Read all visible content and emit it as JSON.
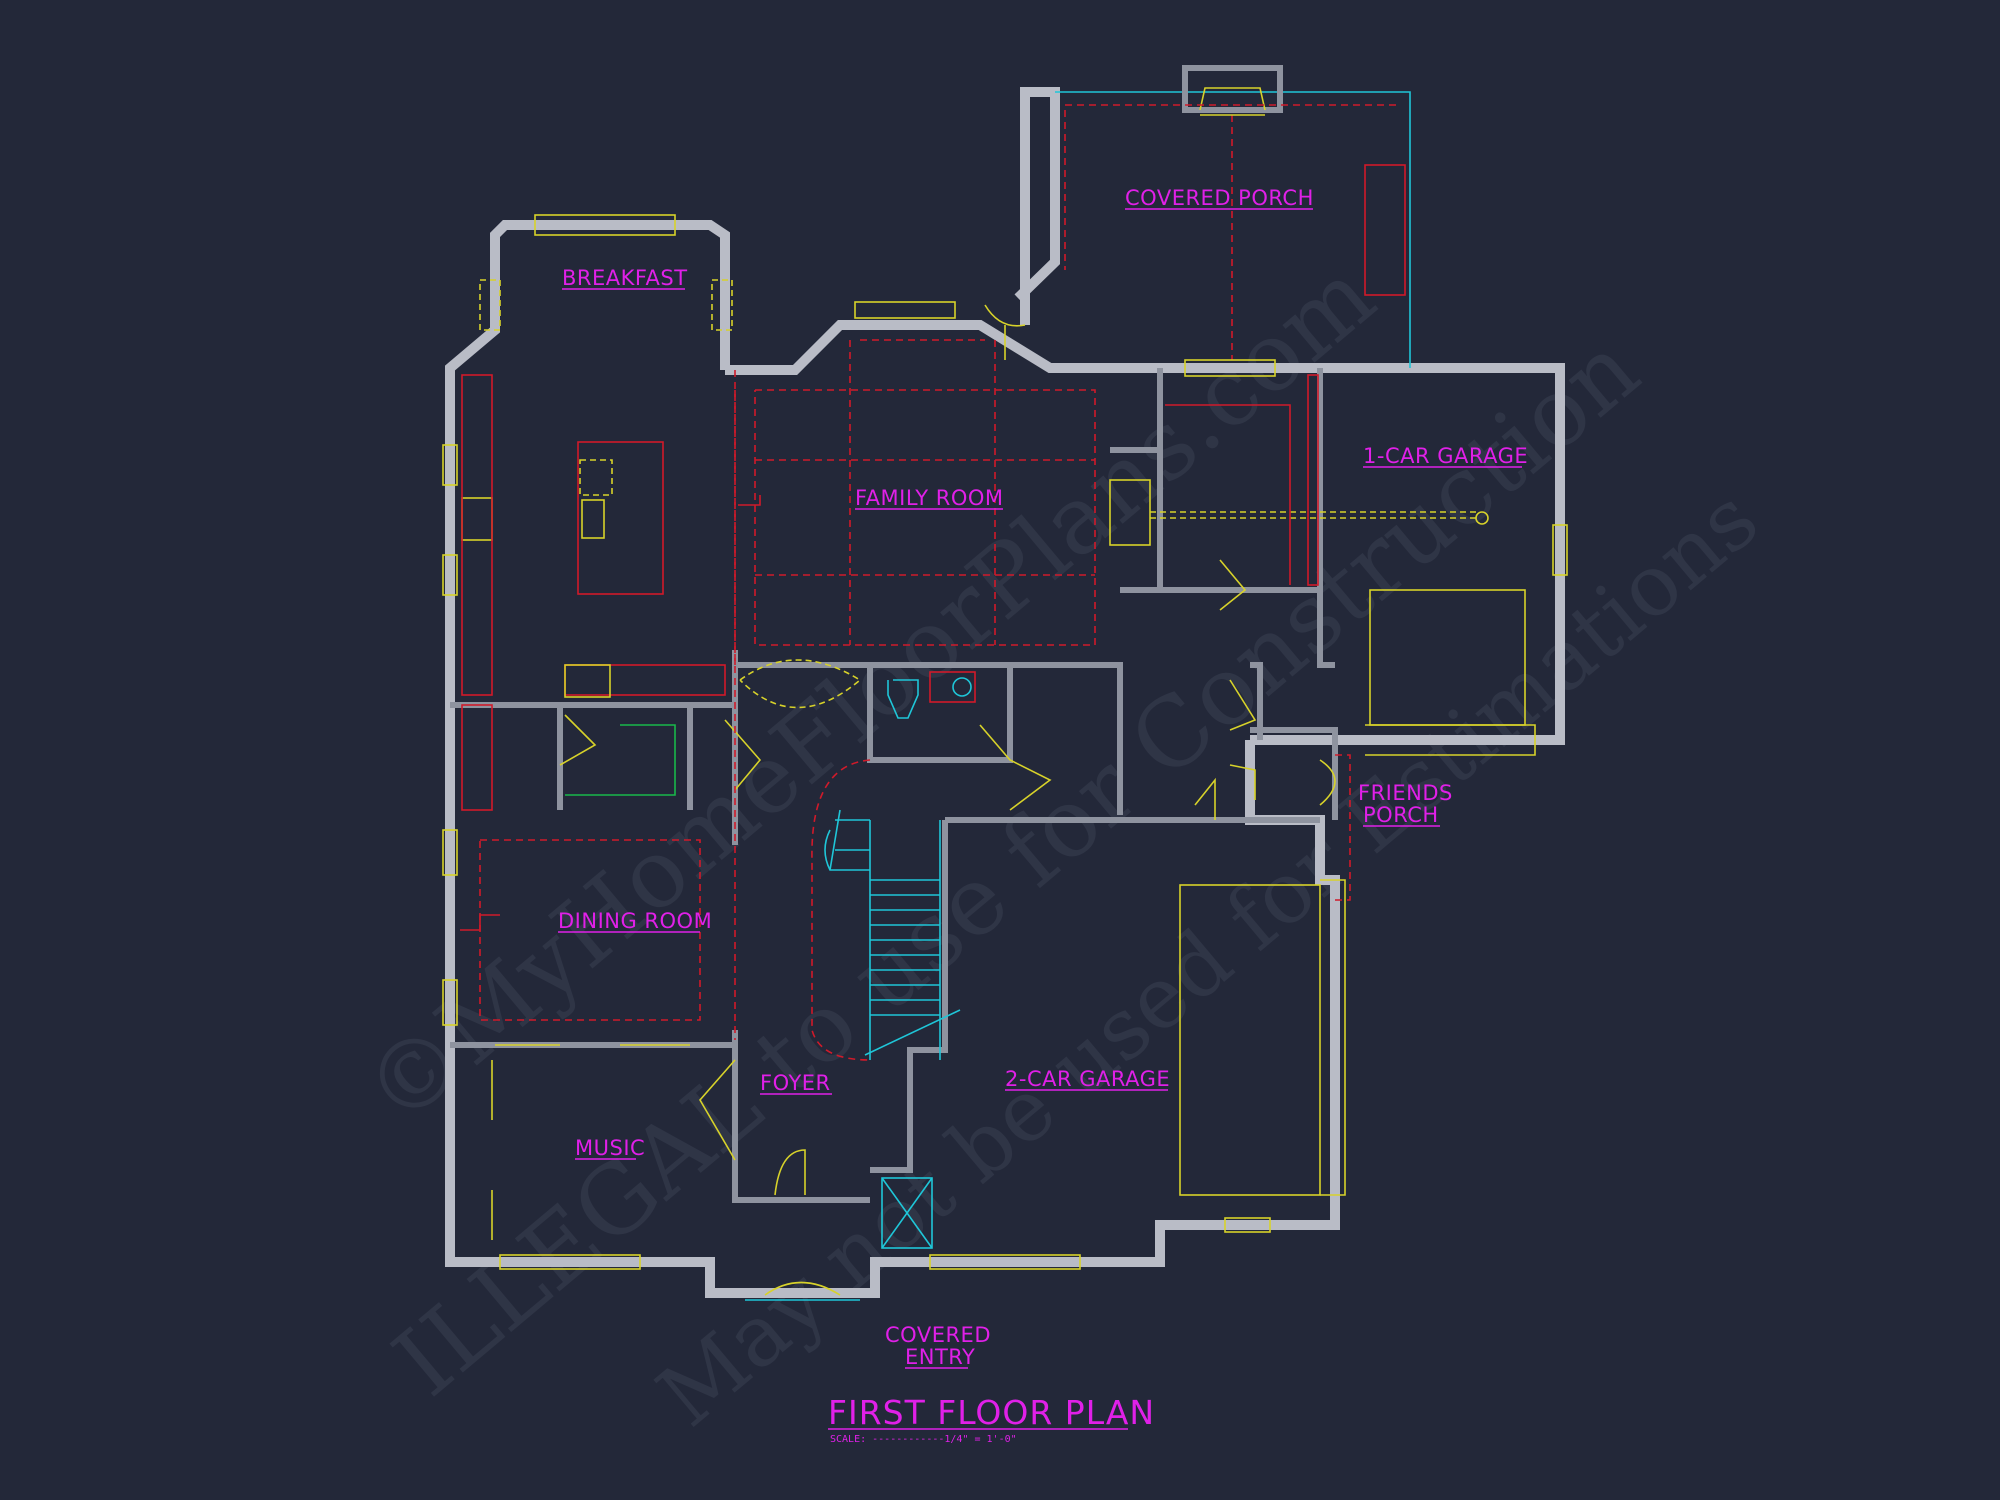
{
  "plan": {
    "title": "FIRST FLOOR PLAN",
    "scale_text": "SCALE: ------------1/4\" = 1'-0\"",
    "rooms": {
      "breakfast": "BREAKFAST",
      "covered_porch": "COVERED PORCH",
      "family_room": "FAMILY ROOM",
      "one_car_garage": "1-CAR GARAGE",
      "friends_porch_line1": "FRIENDS",
      "friends_porch_line2": "PORCH",
      "dining_room": "DINING ROOM",
      "foyer": "FOYER",
      "two_car_garage": "2-CAR GARAGE",
      "music": "MUSIC",
      "covered_entry_line1": "COVERED",
      "covered_entry_line2": "ENTRY"
    }
  },
  "watermark": {
    "line1": "©MyHomeFloorPlans.com",
    "line2": "ILLEGAL to use for Construction",
    "line3": "May not be used for Estimations"
  },
  "colors": {
    "background": "#232839",
    "walls": "#b9bcc6",
    "labels": "#e020e8",
    "dashed_lines": "#d01a2a",
    "fixtures": "#d7d22a",
    "stairs": "#1fc6d8"
  }
}
